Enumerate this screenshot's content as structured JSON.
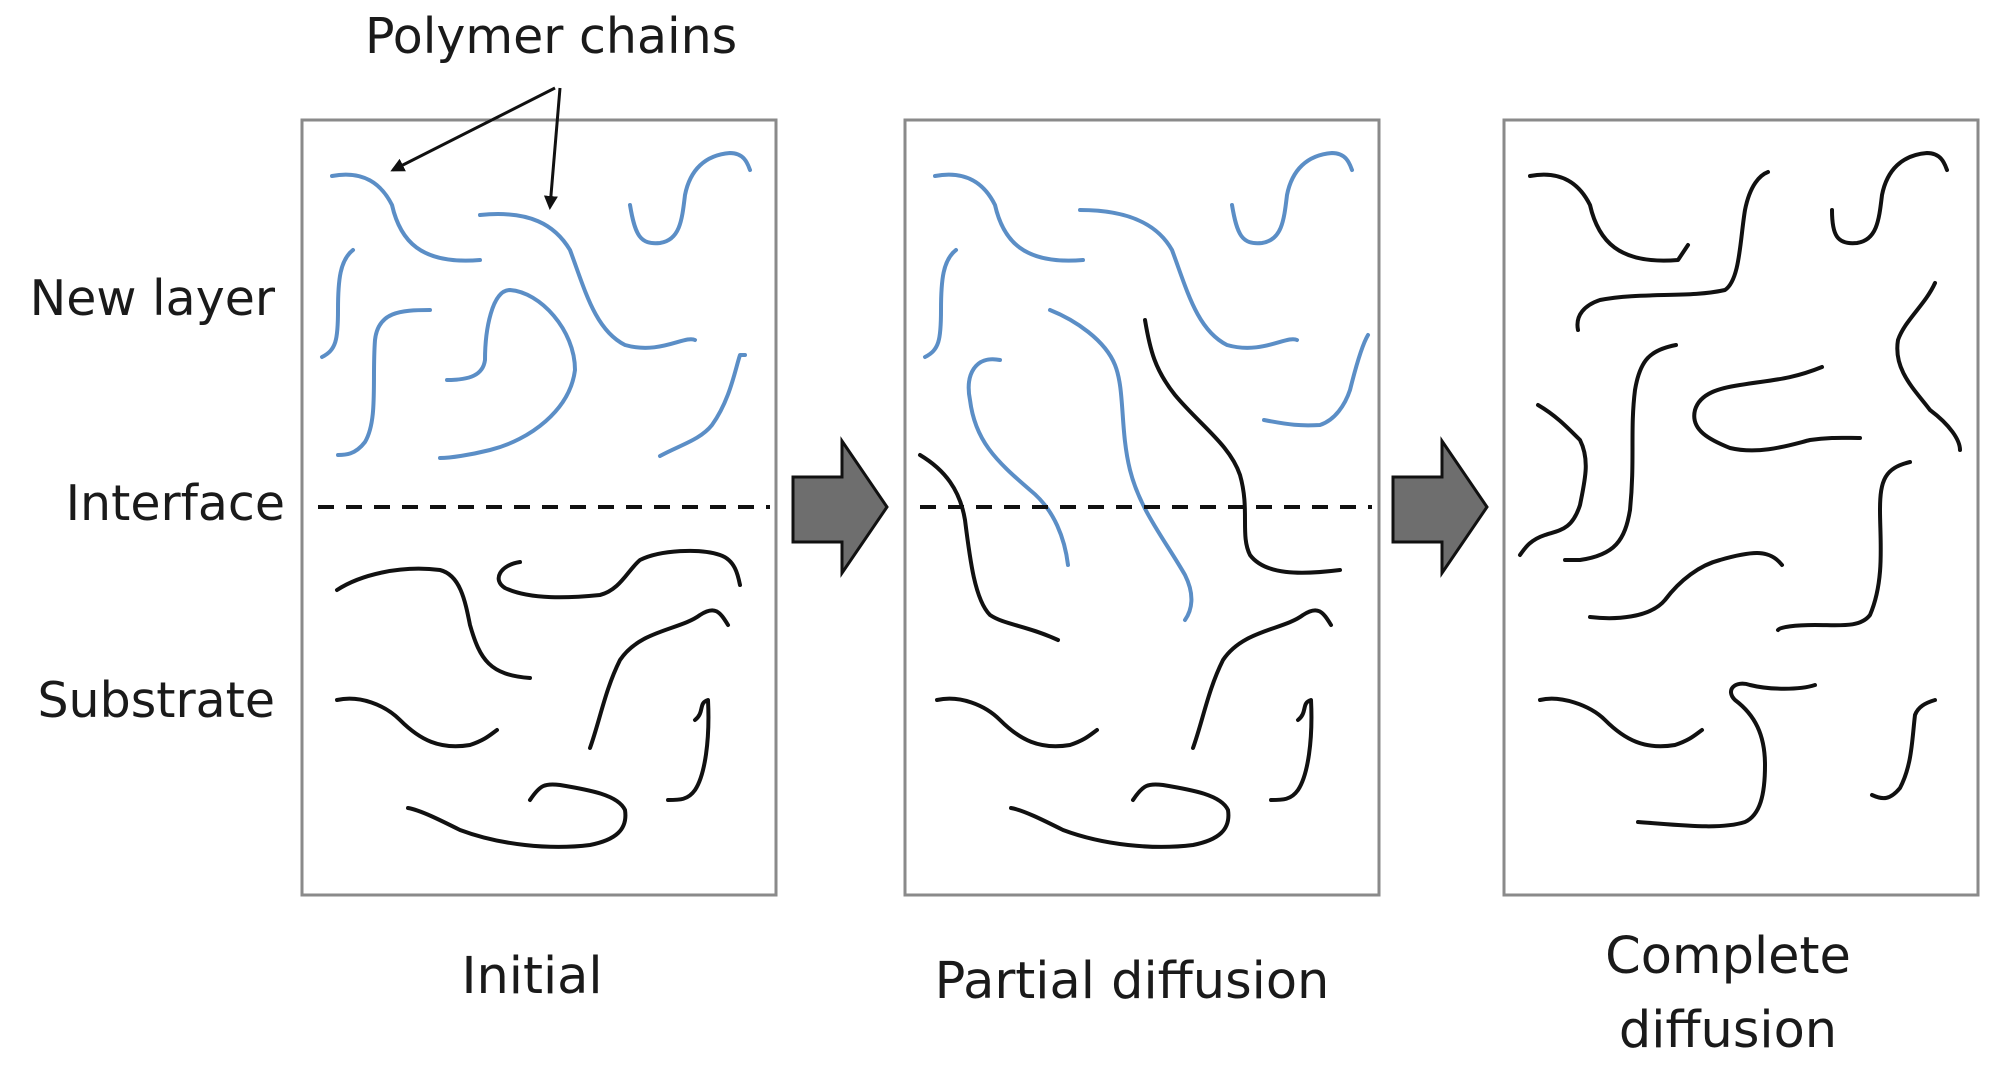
{
  "annotation": {
    "text": "Polymer chains"
  },
  "side_labels": {
    "new_layer": "New layer",
    "interface": "Interface",
    "substrate": "Substrate"
  },
  "panels": [
    {
      "caption": "Initial"
    },
    {
      "caption": "Partial diffusion"
    },
    {
      "caption_line1": "Complete",
      "caption_line2": "diffusion"
    }
  ],
  "colors": {
    "new_layer_chain": "#5b8ec6",
    "substrate_chain": "#111111",
    "panel_border": "#8a8a8a",
    "arrow_fill": "#6e6e6e",
    "interface_line": "#111111"
  }
}
